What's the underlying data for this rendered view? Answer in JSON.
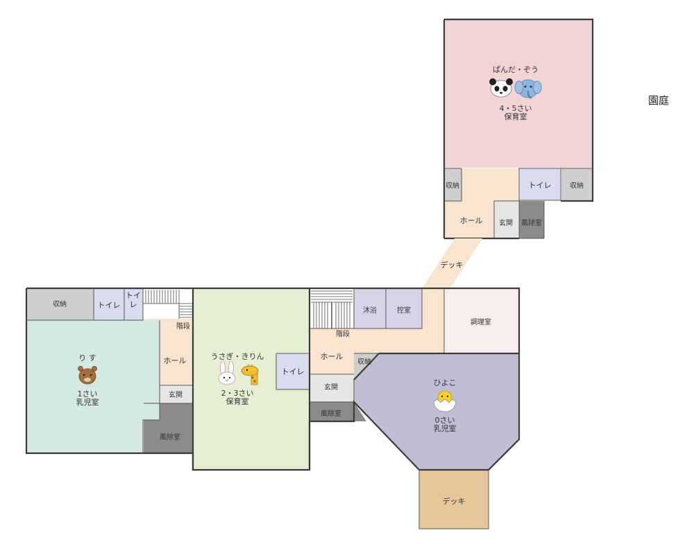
{
  "garden_label": "園庭",
  "colors": {
    "room_45": "#f2d4d6",
    "room_23": "#e5efd3",
    "room_1": "#d5e8e1",
    "room_0": "#c1bed3",
    "kitchen": "#faeded",
    "hall": "#f8e4cf",
    "toilet": "#d8dced",
    "storage": "#cfcfcf",
    "windbreak": "#8b8b8b",
    "entrance": "#e6e6e6",
    "deck_top": "#f8e4cf",
    "deck_bottom": "#e6c69a",
    "bath": "#d9d3e8"
  },
  "building_45": {
    "room": {
      "name": "ぱんだ・ぞう",
      "age": "4・5さい",
      "type": "保育室",
      "icons": [
        "panda-icon",
        "elephant-icon"
      ]
    },
    "storage_left": "収納",
    "toilet": "トイレ",
    "storage_right": "収納",
    "hall": "ホール",
    "entrance": "玄関",
    "windbreak": "風除室"
  },
  "deck_upper": "デッキ",
  "main_building": {
    "storage_1": "収納",
    "toilet_a": "トイレ",
    "toilet_b": "トイ\nレ",
    "stairs_1": "階段",
    "hall_1": "ホール",
    "entrance_1": "玄関",
    "windbreak_1": "風除室",
    "room_1": {
      "name": "り す",
      "age": "1さい",
      "type": "乳児室",
      "icons": [
        "squirrel-icon"
      ]
    },
    "room_23": {
      "name": "うさぎ・きりん",
      "age": "2・3さい",
      "type": "保育室",
      "icons": [
        "rabbit-icon",
        "giraffe-icon"
      ]
    },
    "toilet_23": "トイレ",
    "stairs_2": "階段",
    "bath": "沐浴",
    "waiting": "控室",
    "kitchen": "調理室",
    "hall_2": "ホール",
    "storage_2": "収納",
    "entrance_2": "玄関",
    "windbreak_2": "風除室",
    "room_0": {
      "name": "ひよこ",
      "age": "0さい",
      "type": "乳児室",
      "icons": [
        "chick-icon"
      ]
    },
    "deck_lower": "デッキ"
  }
}
